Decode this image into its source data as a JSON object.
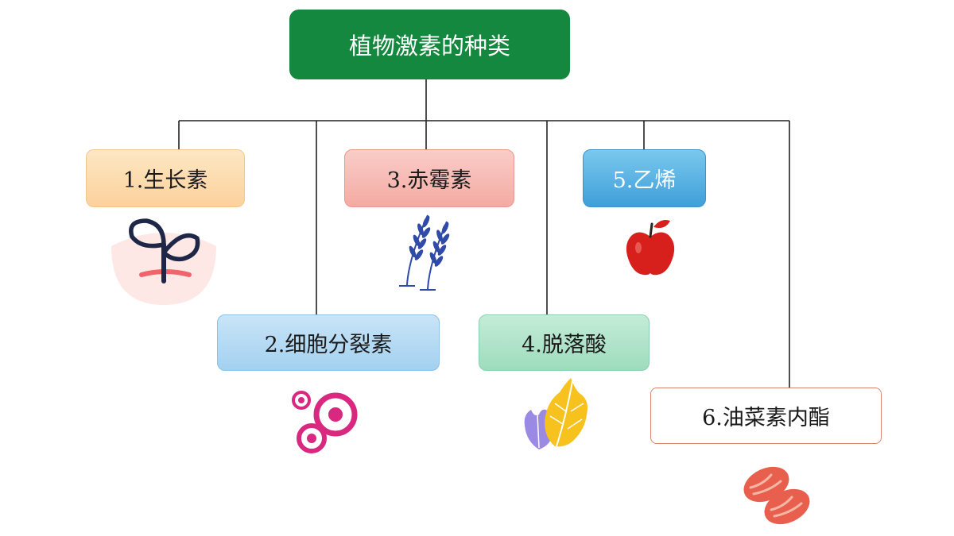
{
  "root": {
    "label": "植物激素的种类"
  },
  "nodes": [
    {
      "label": "1.生长素",
      "icon": "sprout-icon"
    },
    {
      "label": "2.细胞分裂素",
      "icon": "cells-icon"
    },
    {
      "label": "3.赤霉素",
      "icon": "wheat-icon"
    },
    {
      "label": "4.脱落酸",
      "icon": "leaves-icon"
    },
    {
      "label": "5.乙烯",
      "icon": "apple-icon"
    },
    {
      "label": "6.油菜素内酯",
      "icon": "beans-icon"
    }
  ],
  "colors": {
    "root": "#15883f",
    "auxin": "#fbd19b",
    "cytokinin": "#a3d1f0",
    "gibberellin": "#f4aaa3",
    "abscisic_acid": "#9edcbd",
    "ethylene": "#3f9fd9",
    "brassinosteroid_border": "#d9866f"
  }
}
